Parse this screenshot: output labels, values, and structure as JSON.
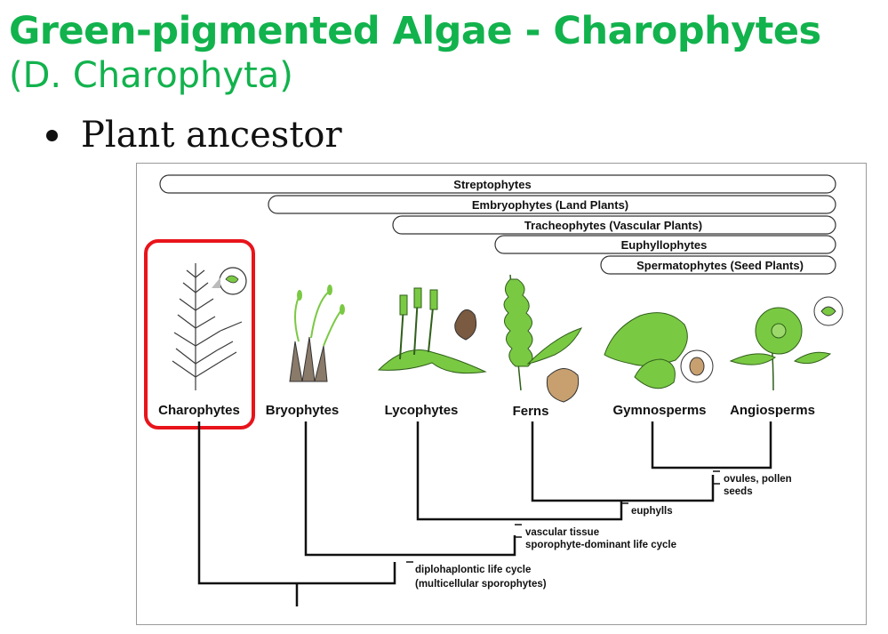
{
  "slide": {
    "title": "Green-pigmented Algae - Charophytes",
    "subtitle": "(D. Charophyta)",
    "bullets": [
      "Plant ancestor"
    ],
    "title_color": "#12b24d"
  },
  "diagram": {
    "clade_bars": [
      "Streptophytes",
      "Embryophytes (Land Plants)",
      "Tracheophytes (Vascular Plants)",
      "Euphyllophytes",
      "Spermatophytes (Seed Plants)"
    ],
    "taxa": [
      "Charophytes",
      "Bryophytes",
      "Lycophytes",
      "Ferns",
      "Gymnosperms",
      "Angiosperms"
    ],
    "traits": {
      "ovules_pollen": "ovules, pollen",
      "seeds": "seeds",
      "euphylls": "euphylls",
      "vascular_tissue": "vascular tissue",
      "sporophyte_dominant": "sporophyte-dominant life cycle",
      "diplohaplontic": "diplohaplontic life cycle",
      "multicellular_sporophytes": "(multicellular sporophytes)"
    },
    "highlight": {
      "taxon": "Charophytes",
      "color": "#e8141b"
    },
    "plant_color": "#7ac943"
  }
}
